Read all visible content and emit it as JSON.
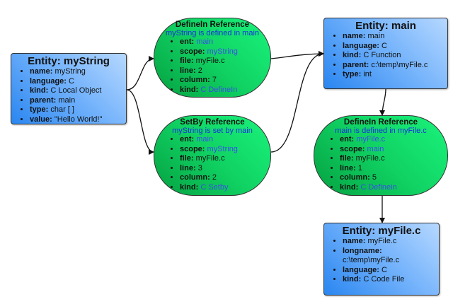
{
  "colors": {
    "entity": "#4a9cf5",
    "reference": "#10d263",
    "link_text": "#3a4fe8"
  },
  "nodes": [
    {
      "id": "entity-mystring",
      "type": "entity",
      "title": "Entity: myString",
      "items": [
        {
          "label": "name:",
          "value": "myString"
        },
        {
          "label": "language:",
          "value": "C"
        },
        {
          "label": "kind:",
          "value": "C Local Object"
        },
        {
          "label": "parent:",
          "value": "main"
        },
        {
          "label": "type:",
          "value": "char [ ]"
        },
        {
          "label": "value:",
          "value": "\"Hello World!\""
        }
      ]
    },
    {
      "id": "ref-definein-mystring",
      "type": "reference",
      "title": "DefineIn Reference",
      "subtitle": "myString is defined in main",
      "items": [
        {
          "label": "ent:",
          "value": "main",
          "link": true
        },
        {
          "label": "scope:",
          "value": "myString",
          "link": true
        },
        {
          "label": "file:",
          "value": "myFile.c"
        },
        {
          "label": "line:",
          "value": "2"
        },
        {
          "label": "column:",
          "value": "7"
        },
        {
          "label": "kind:",
          "value": "C DefineIn",
          "link": true
        }
      ]
    },
    {
      "id": "ref-setby-mystring",
      "type": "reference",
      "title": "SetBy Reference",
      "subtitle": "myString is set by main",
      "items": [
        {
          "label": "ent:",
          "value": "main",
          "link": true
        },
        {
          "label": "scope:",
          "value": "myString",
          "link": true
        },
        {
          "label": "file:",
          "value": "myFile.c"
        },
        {
          "label": "line:",
          "value": "3"
        },
        {
          "label": "column:",
          "value": "2"
        },
        {
          "label": "kind:",
          "value": "C Setby",
          "link": true
        }
      ]
    },
    {
      "id": "entity-main",
      "type": "entity",
      "title": "Entity: main",
      "items": [
        {
          "label": "name:",
          "value": "main"
        },
        {
          "label": "language:",
          "value": "C"
        },
        {
          "label": "kind:",
          "value": "C Function"
        },
        {
          "label": "parent:",
          "value": "c:\\temp\\myFile.c"
        },
        {
          "label": "type:",
          "value": "int"
        }
      ]
    },
    {
      "id": "ref-definein-main",
      "type": "reference",
      "title": "DefineIn Reference",
      "subtitle": "main is defined in myFile.c",
      "items": [
        {
          "label": "ent:",
          "value": "myFile.c",
          "link": true
        },
        {
          "label": "scope:",
          "value": "main",
          "link": true
        },
        {
          "label": "file:",
          "value": "myFile.c"
        },
        {
          "label": "line:",
          "value": "1"
        },
        {
          "label": "column:",
          "value": "5"
        },
        {
          "label": "kind:",
          "value": "C Definein",
          "link": true
        }
      ]
    },
    {
      "id": "entity-myfile",
      "type": "entity",
      "title": "Entity: myFile.c",
      "items": [
        {
          "label": "name:",
          "value": "myFile.c"
        },
        {
          "label": "longname:",
          "value": "c:\\temp\\myFile.c",
          "wrap": true
        },
        {
          "label": "language:",
          "value": "C"
        },
        {
          "label": "kind:",
          "value": "C Code File"
        }
      ]
    }
  ],
  "edges": [
    {
      "from": "entity-mystring",
      "to": "ref-definein-mystring"
    },
    {
      "from": "entity-mystring",
      "to": "ref-setby-mystring"
    },
    {
      "from": "ref-definein-mystring",
      "to": "entity-main"
    },
    {
      "from": "ref-setby-mystring",
      "to": "entity-main"
    },
    {
      "from": "entity-main",
      "to": "ref-definein-main"
    },
    {
      "from": "ref-definein-main",
      "to": "entity-myfile"
    }
  ]
}
